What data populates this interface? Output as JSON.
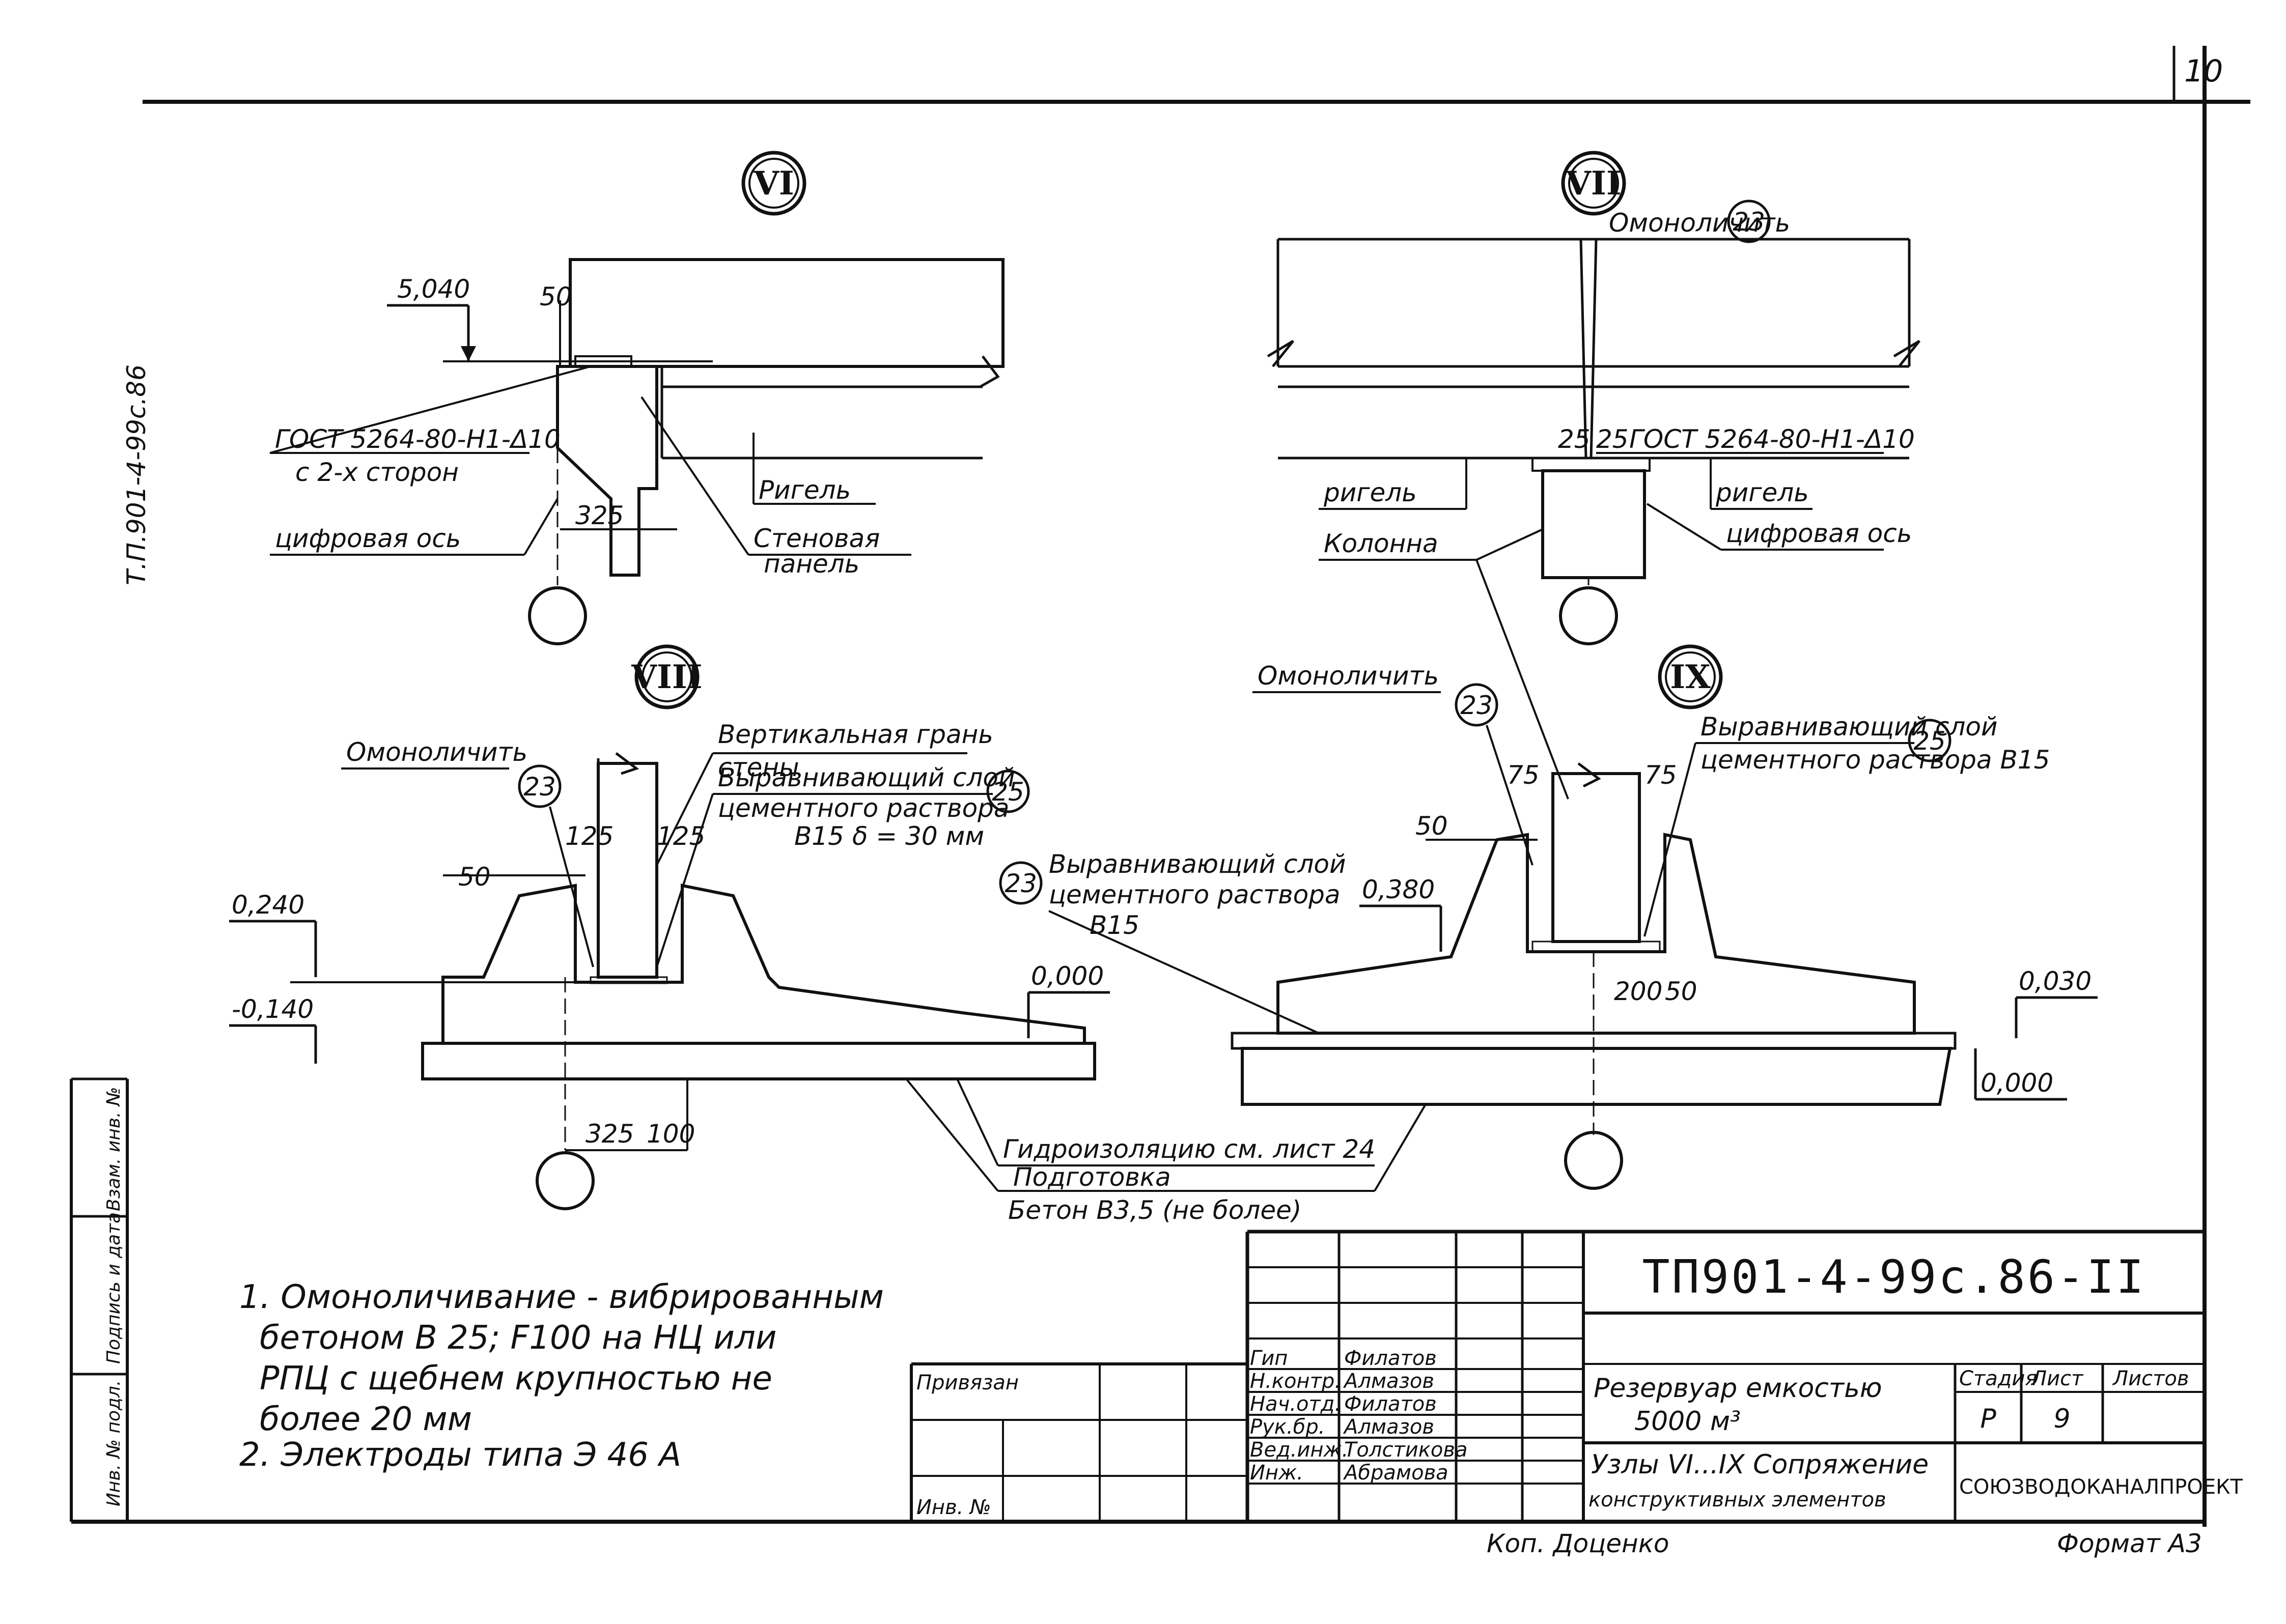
{
  "page_number": "10",
  "side_code": "Т.П.901-4-99с.86",
  "nodes": {
    "vi": {
      "mark": "VI",
      "level": "5,040",
      "dim_top": "50",
      "gost": "ГОСТ 5264-80-Н1-Δ10",
      "gost_sides": "с 2-х сторон",
      "ригель": "Ригель",
      "axis": "цифровая ось",
      "dim_325": "325",
      "wall_panel_1": "Стеновая",
      "wall_panel_2": "панель"
    },
    "vii": {
      "mark": "VII",
      "monolith": "Омоноличить",
      "num": "23",
      "dim_a": "25",
      "dim_b": "25",
      "gost": "ГОСТ 5264-80-Н1-Δ10",
      "ригель_left": "ригель",
      "ригель_right": "ригель",
      "column": "Колонна",
      "axis": "цифровая ось"
    },
    "viii": {
      "mark": "VIII",
      "vert_face_1": "Вертикальная грань",
      "vert_face_2": "стены",
      "monolith": "Омоноличить",
      "num23": "23",
      "level_layer_1": "Выравнивающий слой",
      "level_layer_2": "цементного раствора",
      "level_layer_3": "В15   δ = 30 мм",
      "num25": "25",
      "dim_125a": "125",
      "dim_125b": "125",
      "dim_50": "50",
      "level_pos": "0,240",
      "level_neg": "-0,140",
      "level_zero": "0,000",
      "dim_325": "325",
      "dim_100": "100"
    },
    "ix": {
      "mark": "IX",
      "monolith": "Омоноличить",
      "num23": "23",
      "level_layer_1": "Выравнивающий слой",
      "level_layer_2": "цементного раствора В15",
      "num25": "25",
      "dim_75a": "75",
      "dim_75b": "75",
      "dim_50": "50",
      "level_380": "0,380",
      "dim_200": "200",
      "dim_50b": "50",
      "level_030": "0,030",
      "level_zero": "0,000"
    },
    "shared": {
      "num23b": "23",
      "level_layer2_1": "Выравнивающий слой",
      "level_layer2_2": "цементного раствора",
      "level_layer2_3": "В15",
      "waterproof": "Гидроизоляцию см. лист 24",
      "prep_1": "Подготовка",
      "prep_2": "Бетон В3,5 (не более)"
    }
  },
  "notes": [
    "1. Омоноличивание - вибрированным",
    "бетоном В 25; F100   на НЦ или",
    "РПЦ с щебнем крупностью не",
    "более 20 мм",
    "2. Электроды  типа  Э 46 А"
  ],
  "left_strip": [
    "Инв. № подл.",
    "Подпись и дата",
    "Взам. инв. №"
  ],
  "title_block": {
    "code": "ТП901-4-99с.86-II",
    "privyazan": "Привязан",
    "inv_no": "Инв. №",
    "roles": [
      "Гип",
      "Н.контр.",
      "Нач.отд.",
      "Рук.бр.",
      "Вед.инж.",
      "Инж."
    ],
    "names": [
      "Филатов",
      "Алмазов",
      "Филатов",
      "Алмазов",
      "Толстикова",
      "Абрамова"
    ],
    "object_1": "Резервуар емкостью",
    "object_2": "5000 м³",
    "sheet_title_1": "Узлы VI...IX Сопряжение",
    "sheet_title_2": "конструктивных элементов",
    "stage_h": "Стадия",
    "sheet_h": "Лист",
    "sheets_h": "Листов",
    "stage": "Р",
    "sheet": "9",
    "org": "СОЮЗВОДОКАНАЛПРОЕКТ"
  },
  "copied_by": "Коп. Доценко",
  "format": "Формат А3"
}
